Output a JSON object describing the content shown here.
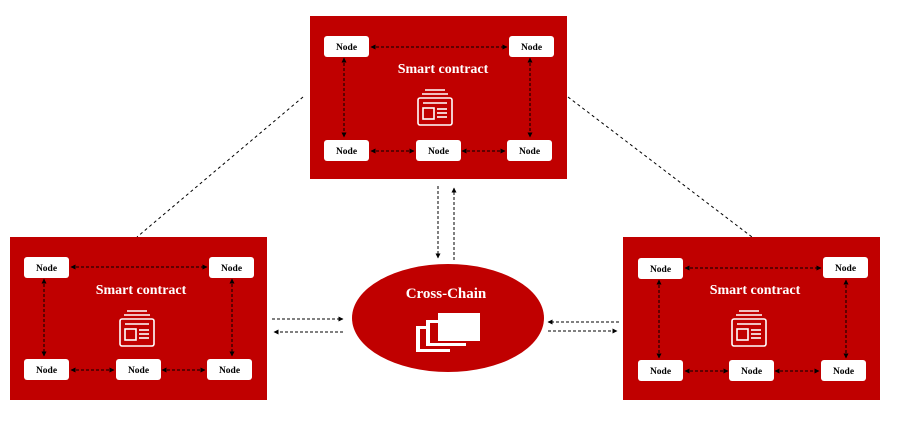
{
  "colors": {
    "panel": "#C00000",
    "node_fill": "#FFFFFF",
    "arrow": "#000000",
    "icon": "#FFFFFF"
  },
  "clusters": [
    {
      "id": "top",
      "title": "Smart contract",
      "icon": "contract-document-icon",
      "nodes": [
        "Node",
        "Node",
        "Node",
        "Node",
        "Node"
      ]
    },
    {
      "id": "left",
      "title": "Smart contract",
      "icon": "contract-document-icon",
      "nodes": [
        "Node",
        "Node",
        "Node",
        "Node",
        "Node"
      ]
    },
    {
      "id": "right",
      "title": "Smart contract",
      "icon": "contract-document-icon",
      "nodes": [
        "Node",
        "Node",
        "Node",
        "Node",
        "Node"
      ]
    }
  ],
  "hub": {
    "title": "Cross-Chain",
    "icon": "stacked-windows-icon"
  }
}
